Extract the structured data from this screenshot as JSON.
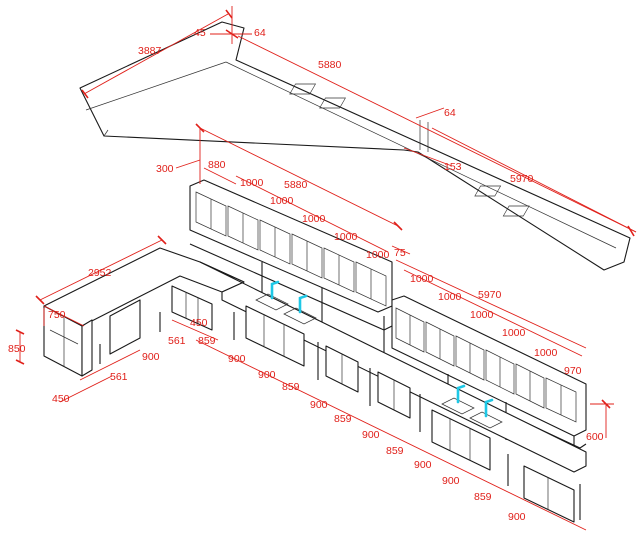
{
  "colors": {
    "dimension": "#e0201a",
    "outline": "#1a1a1a",
    "faucet": "#1ec8e6",
    "background": "#ffffff"
  },
  "top_plan": {
    "dims": [
      "3887",
      "45",
      "64",
      "5880",
      "64",
      "153",
      "5970"
    ]
  },
  "upper_wall_cabinets": {
    "dims": [
      "300",
      "880",
      "5880",
      "1000",
      "1000",
      "1000",
      "1000",
      "1000",
      "75",
      "1000",
      "5970",
      "1000",
      "1000",
      "1000",
      "1000",
      "970",
      "600"
    ]
  },
  "base_run": {
    "dims": [
      "2952",
      "750",
      "850",
      "450",
      "859",
      "561",
      "900",
      "561",
      "450",
      "900",
      "900",
      "859",
      "900",
      "859",
      "900",
      "859",
      "900",
      "900",
      "859",
      "900"
    ]
  }
}
